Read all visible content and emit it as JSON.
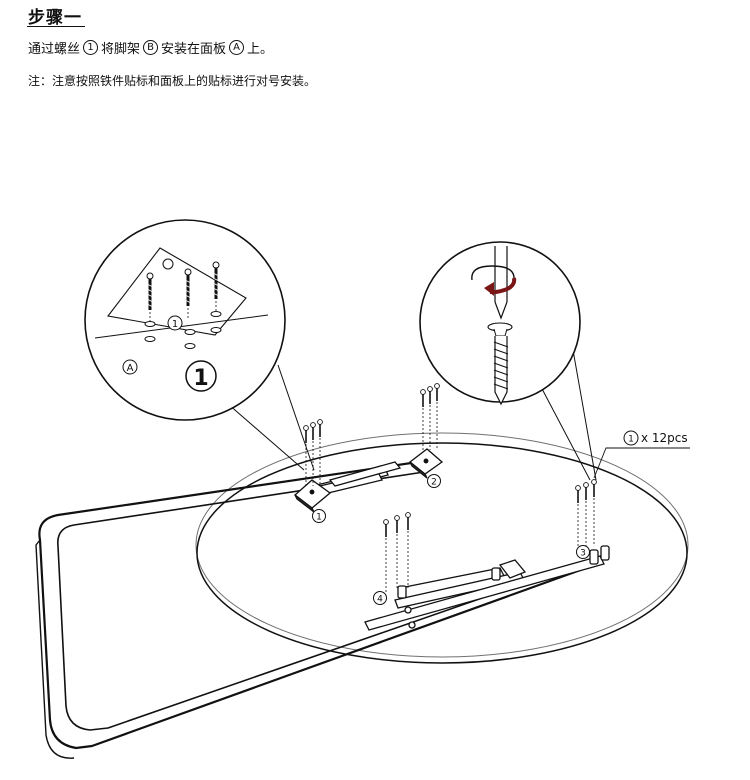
{
  "header": {
    "title": "步骤一",
    "line1": {
      "part1": "通过螺丝",
      "screw_mark": "1",
      "part2": "将脚架",
      "leg_mark": "B",
      "part3": "安装在面板",
      "panel_mark": "A",
      "part4": "上。"
    },
    "note": "注：注意按照铁件贴标和面板上的贴标进行对号安装。"
  },
  "diagram": {
    "qty_mark": "1",
    "qty_label": "x 12pcs",
    "detail_part_mark": "A",
    "detail_step_number": "1",
    "detail_bracket_mark": "1",
    "bracket_labels": [
      "1",
      "2",
      "3",
      "4"
    ]
  }
}
